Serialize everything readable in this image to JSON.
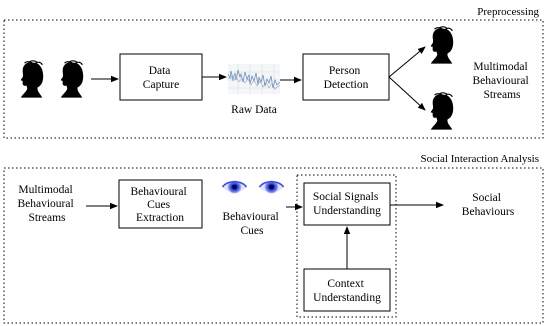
{
  "sections": {
    "preprocessing": {
      "title": "Preprocessing"
    },
    "social": {
      "title": "Social Interaction Analysis"
    }
  },
  "preprocessing": {
    "data_capture": [
      "Data",
      "Capture"
    ],
    "raw_data": "Raw Data",
    "person_detection": [
      "Person",
      "Detection"
    ],
    "output": [
      "Multimodal",
      "Behavioural",
      "Streams"
    ]
  },
  "social": {
    "input": [
      "Multimodal",
      "Behavioural",
      "Streams"
    ],
    "cues_extraction": [
      "Behavioural",
      "Cues",
      "Extraction"
    ],
    "cues": [
      "Behavioural",
      "Cues"
    ],
    "signals_understanding": [
      "Social Signals",
      "Understanding"
    ],
    "context_understanding": [
      "Context",
      "Understanding"
    ],
    "output": [
      "Social",
      "Behaviours"
    ]
  },
  "icons": {
    "silhouette": "woman-silhouette-icon",
    "signal": "raw-signal-icon",
    "eye": "eye-icon"
  }
}
